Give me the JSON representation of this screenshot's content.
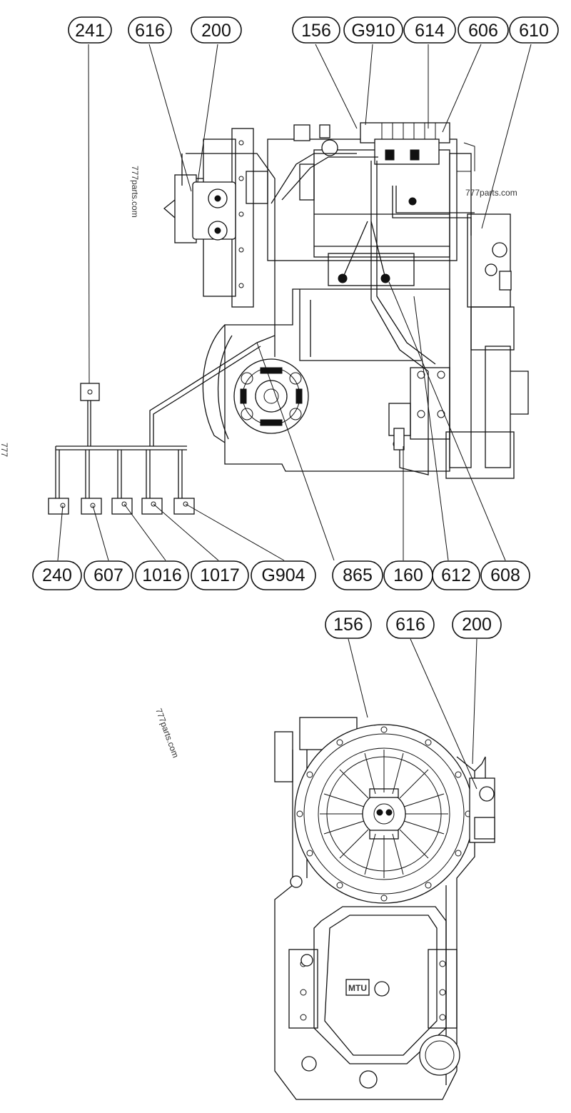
{
  "watermarks": {
    "top_vertical": "777parts.com",
    "top_horizontal": "777parts.com",
    "left_edge": "777",
    "bottom_rotated": "777parts.com"
  },
  "logo_text": "MTU",
  "top_view": {
    "callouts_top": [
      "241",
      "616",
      "200",
      "156",
      "G910",
      "614",
      "606",
      "610"
    ],
    "callouts_bottom": [
      "240",
      "607",
      "1016",
      "1017",
      "G904",
      "865",
      "160",
      "612",
      "608"
    ]
  },
  "bottom_view": {
    "callouts_top": [
      "156",
      "616",
      "200"
    ]
  }
}
